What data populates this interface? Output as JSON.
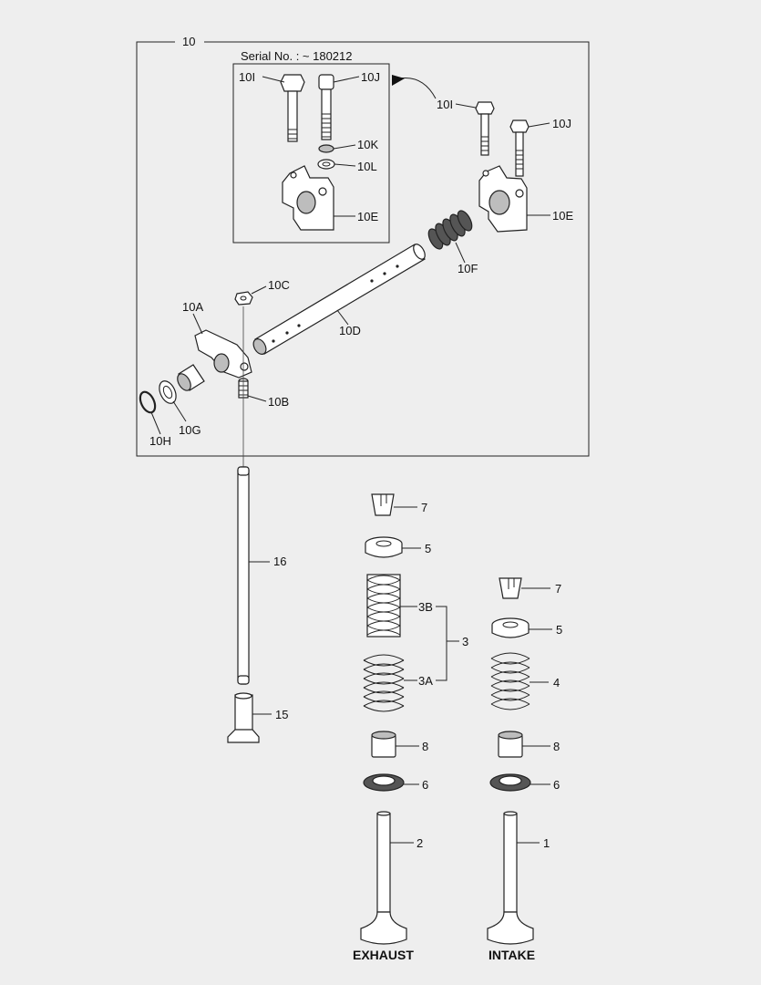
{
  "serial_note": "Serial No. : ~ 180212",
  "labels": {
    "l10": "10",
    "l10a": "10A",
    "l10b": "10B",
    "l10c": "10C",
    "l10d": "10D",
    "l10e": "10E",
    "l10f": "10F",
    "l10g": "10G",
    "l10h": "10H",
    "l10i": "10I",
    "l10j": "10J",
    "l10k": "10K",
    "l10l": "10L",
    "l1": "1",
    "l2": "2",
    "l3": "3",
    "l3a": "3A",
    "l3b": "3B",
    "l4": "4",
    "l5": "5",
    "l6": "6",
    "l7": "7",
    "l8": "8",
    "l15": "15",
    "l16": "16"
  },
  "captions": {
    "exhaust": "EXHAUST",
    "intake": "INTAKE"
  }
}
